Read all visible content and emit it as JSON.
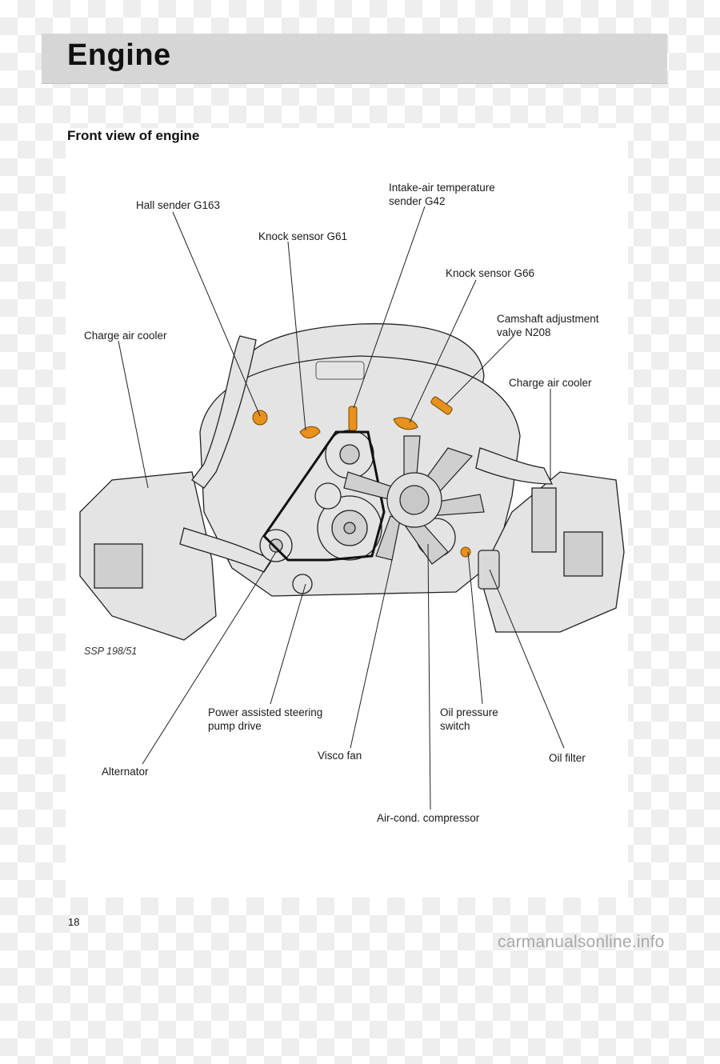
{
  "header": {
    "title": "Engine"
  },
  "section_title": "Front view of engine",
  "labels": {
    "hall_sender": "Hall sender G163",
    "intake_air_sensor": "Intake-air temperature\nsender G42",
    "knock_sensor_g61": "Knock sensor G61",
    "knock_sensor_g66": "Knock sensor G66",
    "camshaft_valve": "Camshaft adjustment\nvalve N208",
    "charge_air_cooler_left": "Charge air cooler",
    "charge_air_cooler_right": "Charge air cooler",
    "power_steering": "Power assisted steering\npump drive",
    "oil_pressure_switch": "Oil pressure\nswitch",
    "alternator": "Alternator",
    "visco_fan": "Visco fan",
    "oil_filter": "Oil filter",
    "aircond_compressor": "Air-cond. compressor"
  },
  "illustration_ref": "SSP 198/51",
  "page_number": "18",
  "watermark": "carmanualsonline.info",
  "colors": {
    "header_bg": "#d6d6d6",
    "part_fill": "#e4e4e4",
    "sensor_orange": "#e8911c"
  }
}
